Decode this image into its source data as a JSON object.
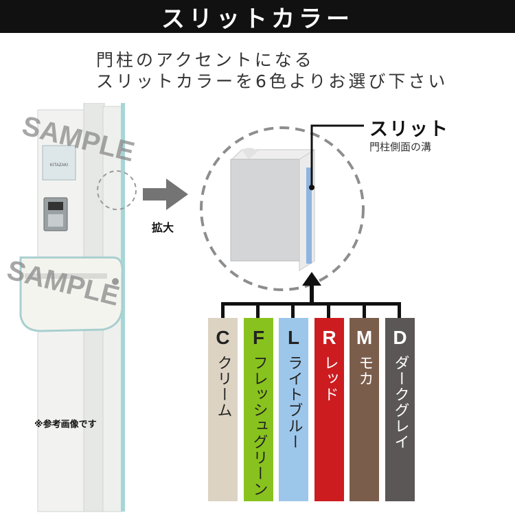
{
  "banner": {
    "title": "スリットカラー"
  },
  "intro": {
    "line1": "門柱のアクセントになる",
    "line2": "スリットカラーを6色よりお選び下さい"
  },
  "product": {
    "nameplate_text": "KITAZAKI",
    "watermark": "SAMPLE",
    "note": "※参考画像です"
  },
  "zoom": {
    "label": "拡大"
  },
  "slit": {
    "title": "スリット",
    "subtitle": "門柱側面の溝"
  },
  "colors": [
    {
      "code": "C",
      "name": "クリーム",
      "bg": "#dcd3c3",
      "fg": "#222222"
    },
    {
      "code": "F",
      "name": "フレッシュグリーン",
      "bg": "#88c21e",
      "fg": "#222222"
    },
    {
      "code": "L",
      "name": "ライトブルー",
      "bg": "#9dc7ea",
      "fg": "#222222"
    },
    {
      "code": "R",
      "name": "レッド",
      "bg": "#cc1c20",
      "fg": "#ffffff"
    },
    {
      "code": "M",
      "name": "モカ",
      "bg": "#7b5d4c",
      "fg": "#ffffff"
    },
    {
      "code": "D",
      "name": "ダークグレイ",
      "bg": "#5b5756",
      "fg": "#ffffff"
    }
  ]
}
